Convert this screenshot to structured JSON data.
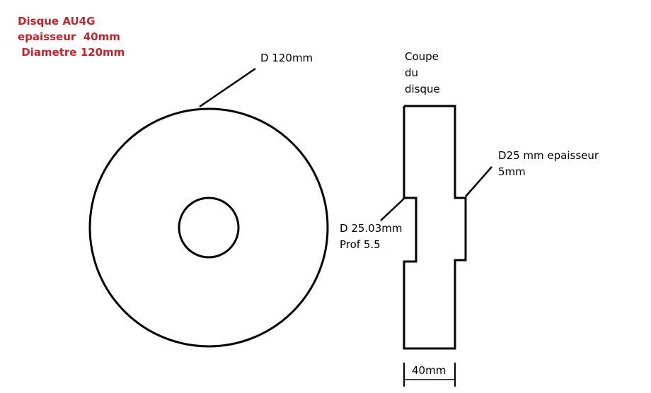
{
  "title_block": {
    "line1": "Disque AU4G",
    "line2": "epaisseur  40mm",
    "line3": " Diametre 120mm",
    "color": "#c0272d"
  },
  "labels": {
    "outer_diameter": "D 120mm",
    "section_title": [
      "Coupe",
      "du",
      "disque"
    ],
    "boss": [
      "D25 mm epaisseur",
      "5mm"
    ],
    "bore": [
      "D 25.03mm",
      "Prof 5.5"
    ],
    "thickness": "40mm"
  },
  "colors": {
    "line": "#000000",
    "text": "#000000"
  }
}
